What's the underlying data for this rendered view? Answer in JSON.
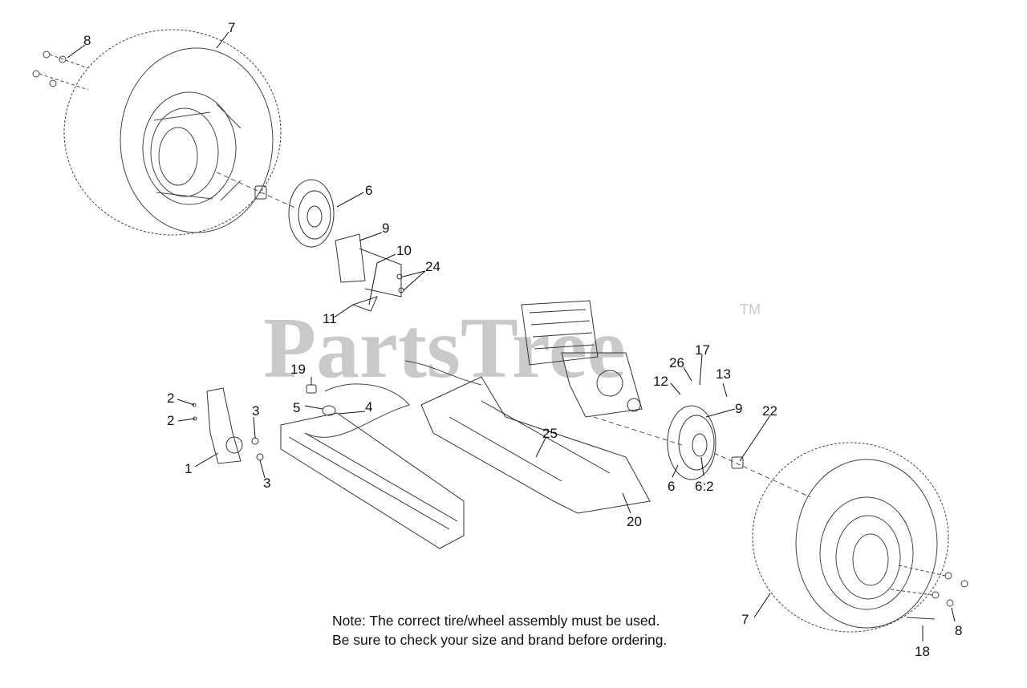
{
  "watermark": {
    "brand": "PartsTree",
    "mark": "TM"
  },
  "callouts": {
    "c1": "1",
    "c2a": "2",
    "c2b": "2",
    "c3a": "3",
    "c3b": "3",
    "c4": "4",
    "c5": "5",
    "c6a": "6",
    "c6b": "6",
    "c62": "6:2",
    "c7a": "7",
    "c7b": "7",
    "c8a": "8",
    "c8b": "8",
    "c9a": "9",
    "c9b": "9",
    "c10": "10",
    "c11": "11",
    "c12": "12",
    "c13": "13",
    "c17": "17",
    "c18": "18",
    "c19": "19",
    "c20": "20",
    "c22": "22",
    "c24": "24",
    "c25": "25",
    "c26": "26"
  },
  "note": {
    "line1": "Note: The correct tire/wheel assembly must be used.",
    "line2": "Be sure to check your size and brand before ordering."
  }
}
